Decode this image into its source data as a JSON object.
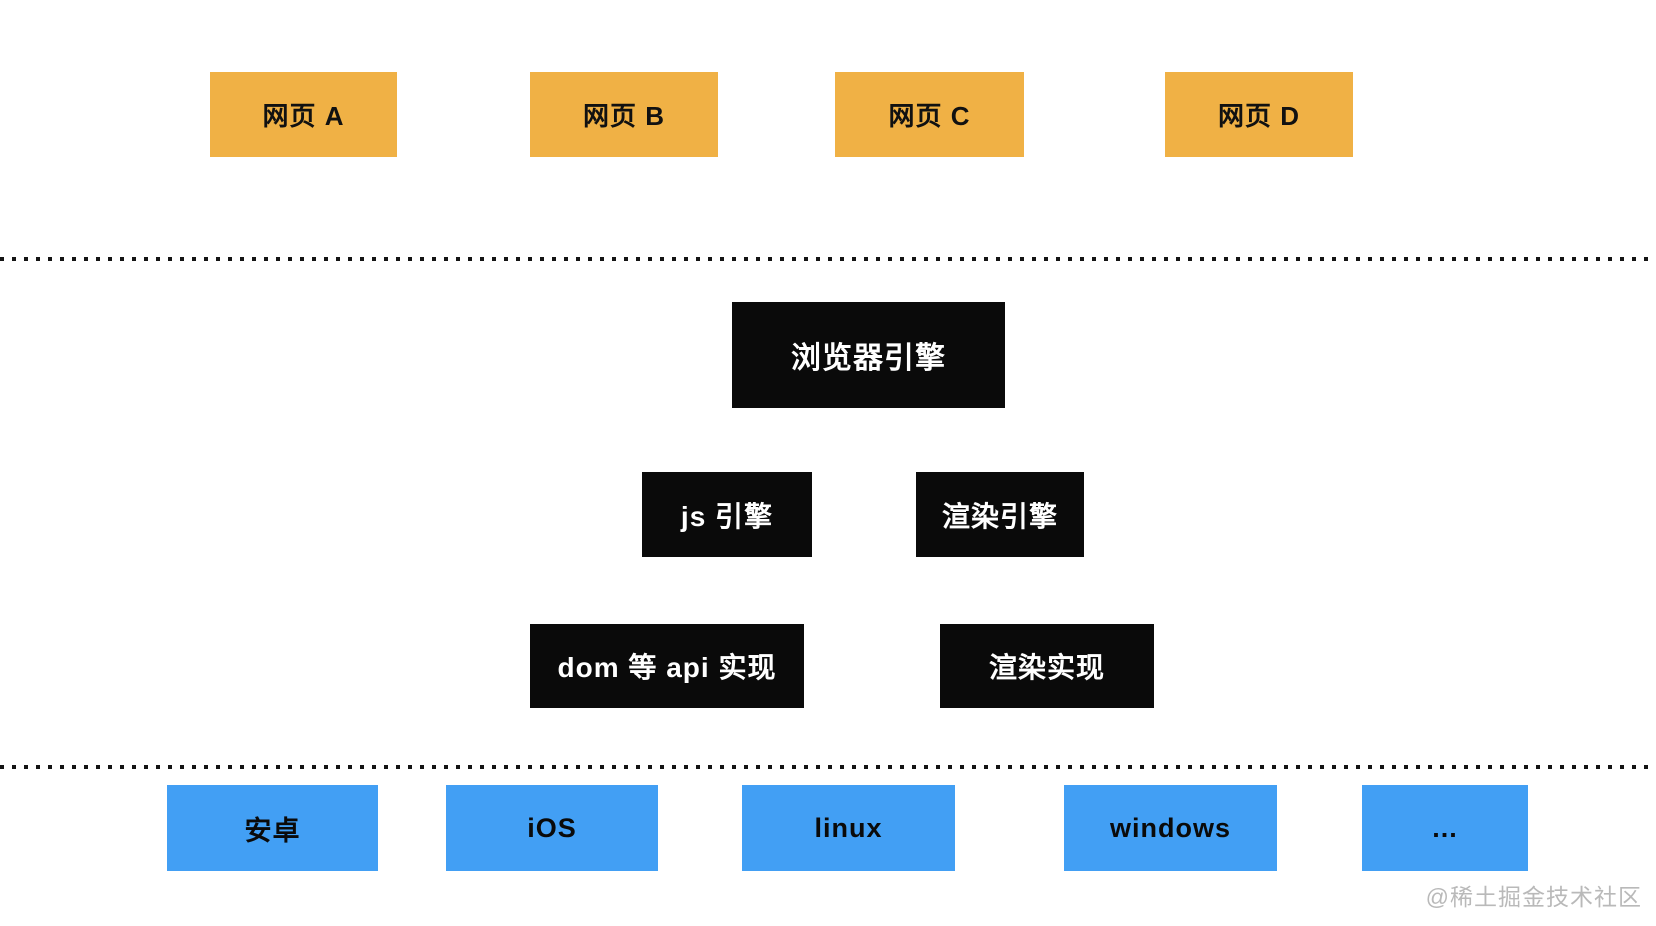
{
  "page": {
    "background": "#FFFFFF",
    "watermark": "@稀土掘金技术社区"
  },
  "colors": {
    "web_page_box": "#F0B145",
    "engine_box": "#0A0A0A",
    "platform_box": "#429FF4",
    "dark_text": "#111111",
    "light_text": "#FFFFFF",
    "divider_dots": "#141414",
    "watermark_text": "#B9B9B9"
  },
  "diagram": {
    "web_pages": [
      {
        "label": "网页 A"
      },
      {
        "label": "网页 B"
      },
      {
        "label": "网页 C"
      },
      {
        "label": "网页 D"
      }
    ],
    "browser_engine": {
      "label": "浏览器引擎"
    },
    "sub_engines": [
      {
        "label": "js 引擎"
      },
      {
        "label": "渲染引擎"
      }
    ],
    "implementations": [
      {
        "label": "dom 等 api 实现"
      },
      {
        "label": "渲染实现"
      }
    ],
    "platforms": [
      {
        "label": "安卓"
      },
      {
        "label": "iOS"
      },
      {
        "label": "linux"
      },
      {
        "label": "windows"
      },
      {
        "label": "..."
      }
    ]
  }
}
